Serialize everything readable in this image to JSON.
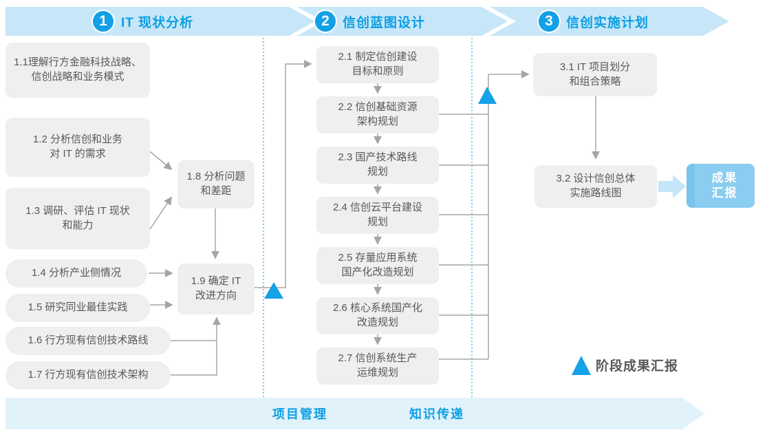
{
  "phases": [
    {
      "number": "1",
      "title": "IT 现状分析"
    },
    {
      "number": "2",
      "title": "信创蓝图设计"
    },
    {
      "number": "3",
      "title": "信创实施计划"
    }
  ],
  "phase1": {
    "b11": {
      "l1": "1.1理解行方金融科技战略、",
      "l2": "信创战略和业务模式"
    },
    "b12": {
      "l1": "1.2 分析信创和业务",
      "l2": "对 IT 的需求"
    },
    "b13": {
      "l1": "1.3 调研、评估 IT 现状",
      "l2": "和能力"
    },
    "b14": {
      "l1": "1.4 分析产业侧情况"
    },
    "b15": {
      "l1": "1.5 研究同业最佳实践"
    },
    "b16": {
      "l1": "1.6 行方现有信创技术路线"
    },
    "b17": {
      "l1": "1.7 行方现有信创技术架构"
    },
    "b18": {
      "l1": "1.8 分析问题",
      "l2": "和差距"
    },
    "b19": {
      "l1": "1.9 确定 IT",
      "l2": "改进方向"
    }
  },
  "phase2": {
    "b21": {
      "l1": "2.1 制定信创建设",
      "l2": "目标和原则"
    },
    "b22": {
      "l1": "2.2 信创基础资源",
      "l2": "架构规划"
    },
    "b23": {
      "l1": "2.3 国产技术路线",
      "l2": "规划"
    },
    "b24": {
      "l1": "2.4 信创云平台建设",
      "l2": "规划"
    },
    "b25": {
      "l1": "2.5 存量应用系统",
      "l2": "国产化改造规划"
    },
    "b26": {
      "l1": "2.6 核心系统国产化",
      "l2": "改造规划"
    },
    "b27": {
      "l1": "2.7 信创系统生产",
      "l2": "运维规划"
    }
  },
  "phase3": {
    "b31": {
      "l1": "3.1 IT 项目划分",
      "l2": "和组合策略"
    },
    "b32": {
      "l1": "3.2 设计信创总体",
      "l2": "实施路线图"
    }
  },
  "result": {
    "l1": "成果",
    "l2": "汇报"
  },
  "legend": {
    "label": "阶段成果汇报"
  },
  "bottom": {
    "left": "项目管理",
    "right": "知识传递"
  },
  "colors": {
    "accent_blue": "#12A0E6",
    "title_blue": "#0C9FE4",
    "banner_fill": "#C7E7F8",
    "bottom_banner_fill": "#E2F2FB",
    "box_fill": "#EFEFEF",
    "box_text": "#58585B",
    "line_gray": "#A5A5A5",
    "divider_dotted_blue": "#3FB6EB",
    "result_fill": "#8ACDF0",
    "result_stripe": "#79C4EA",
    "triangle_blue": "#14A2E8"
  }
}
